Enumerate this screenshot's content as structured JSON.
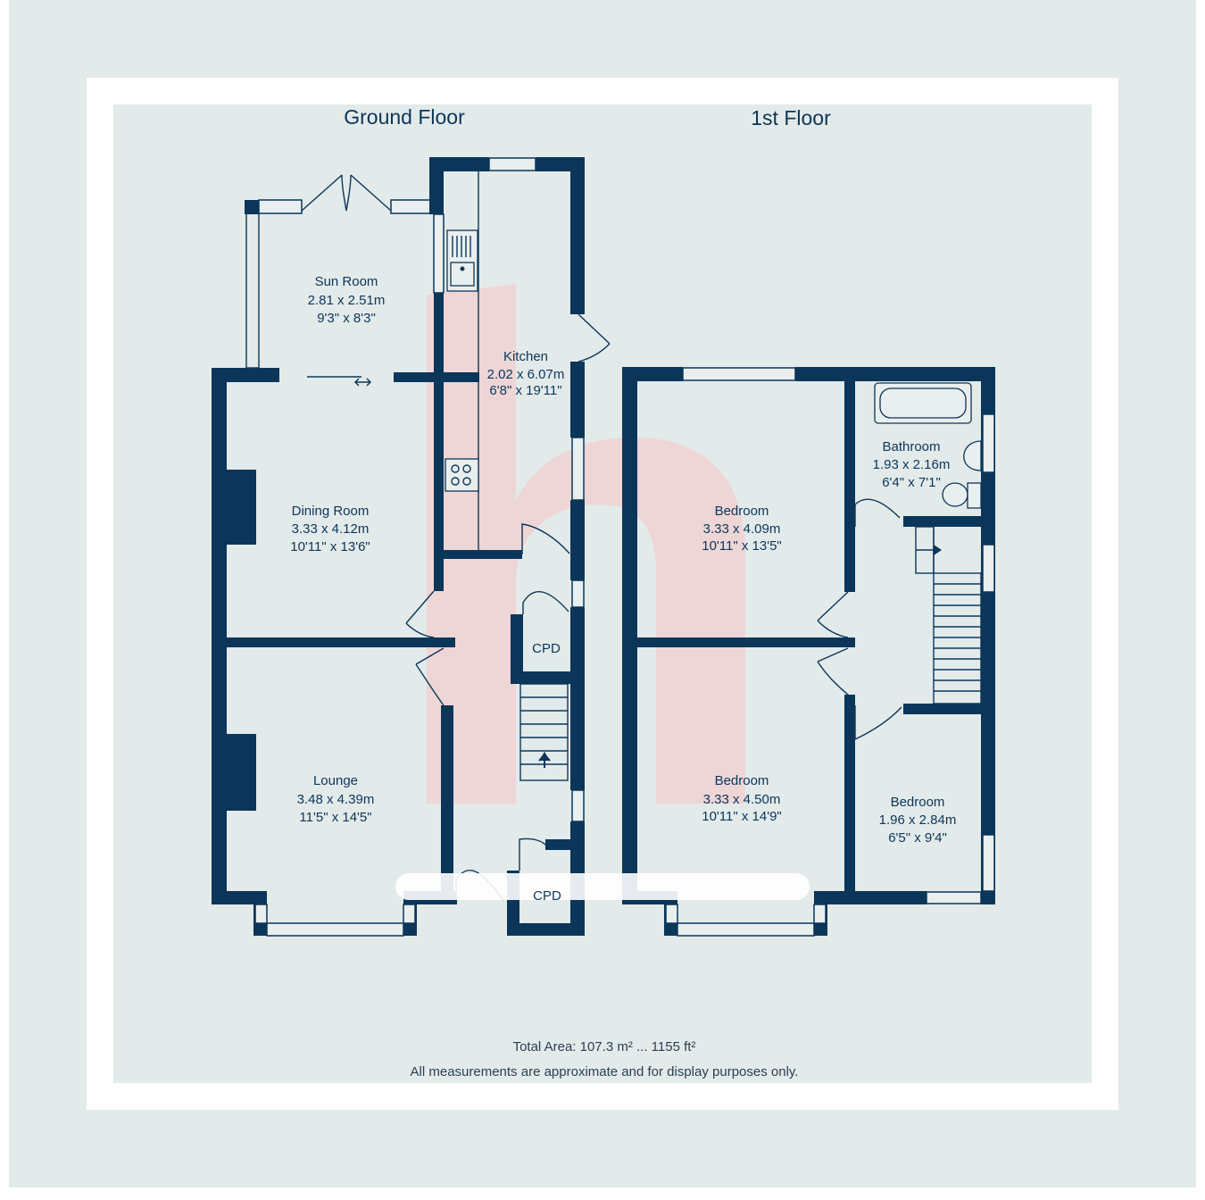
{
  "floors": {
    "ground": "Ground Floor",
    "first": "1st Floor"
  },
  "rooms": {
    "sun_room": {
      "name": "Sun Room",
      "metric": "2.81 x 2.51m",
      "imperial": "9'3\" x 8'3\""
    },
    "kitchen": {
      "name": "Kitchen",
      "metric": "2.02 x 6.07m",
      "imperial": "6'8\" x 19'11\""
    },
    "dining": {
      "name": "Dining Room",
      "metric": "3.33 x 4.12m",
      "imperial": "10'11\" x 13'6\""
    },
    "lounge": {
      "name": "Lounge",
      "metric": "3.48 x 4.39m",
      "imperial": "11'5\" x 14'5\""
    },
    "bedroom_1": {
      "name": "Bedroom",
      "metric": "3.33 x 4.09m",
      "imperial": "10'11\" x 13'5\""
    },
    "bathroom": {
      "name": "Bathroom",
      "metric": "1.93 x 2.16m",
      "imperial": "6'4\" x 7'1\""
    },
    "bedroom_2": {
      "name": "Bedroom",
      "metric": "3.33 x 4.50m",
      "imperial": "10'11\" x 14'9\""
    },
    "bedroom_3": {
      "name": "Bedroom",
      "metric": "1.96 x 2.84m",
      "imperial": "6'5\" x 9'4\""
    }
  },
  "cupboards": {
    "cpd_upper": "CPD",
    "cpd_lower": "CPD"
  },
  "footer": {
    "total_area": "Total Area: 107.3 m² ... 1155 ft²",
    "disclaimer": "All measurements are approximate and for display purposes only."
  },
  "colors": {
    "wall": "#0b3659",
    "background": "#e3eaea",
    "watermark": "#f7c5c5"
  },
  "watermark": {
    "glyph": "h"
  }
}
